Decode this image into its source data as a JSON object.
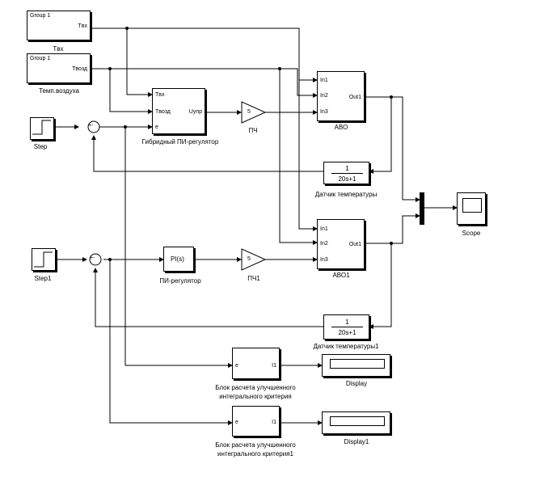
{
  "sources": {
    "group1_tvx": {
      "name": "Group 1",
      "port": "Tвх",
      "label": "Tвх"
    },
    "group1_tvozd": {
      "name": "Group 1",
      "port": "Tвозд",
      "label": "Темп.воздуха"
    },
    "step": {
      "label": "Step"
    },
    "step1": {
      "label": "Step1"
    }
  },
  "hybrid_pi": {
    "label": "Гибридный ПИ-регулятор",
    "in_ports": [
      "Tвх",
      "Tвозд",
      "e"
    ],
    "out_port": "Uупр"
  },
  "pi": {
    "text": "PI(s)",
    "label": "ПИ-регулятор"
  },
  "gains": [
    {
      "value": "5",
      "label": "ПЧ"
    },
    {
      "value": "5",
      "label": "ПЧ1"
    }
  ],
  "avo": [
    {
      "label": "АВО",
      "in_ports": [
        "In1",
        "In2",
        "In3"
      ],
      "out_port": "Out1"
    },
    {
      "label": "АВО1",
      "in_ports": [
        "In1",
        "In2",
        "In3"
      ],
      "out_port": "Out1"
    }
  ],
  "sensors": [
    {
      "num": "1",
      "den": "20s+1",
      "label": "Датчик температуры"
    },
    {
      "num": "1",
      "den": "20s+1",
      "label": "Датчик температуры1"
    }
  ],
  "sums": [
    {
      "signs": "+-"
    },
    {
      "signs": "+-"
    }
  ],
  "scope": {
    "label": "Scope"
  },
  "criteria": [
    {
      "in_port": "e",
      "out_port": "I1",
      "label_line1": "Блок расчета улучшенного",
      "label_line2": "интегрального критерия"
    },
    {
      "in_port": "e",
      "out_port": "I1",
      "label_line1": "Блок расчета улучшенного",
      "label_line2": "интегрального критерия1"
    }
  ],
  "displays": [
    {
      "label": "Display"
    },
    {
      "label": "Display1"
    }
  ]
}
